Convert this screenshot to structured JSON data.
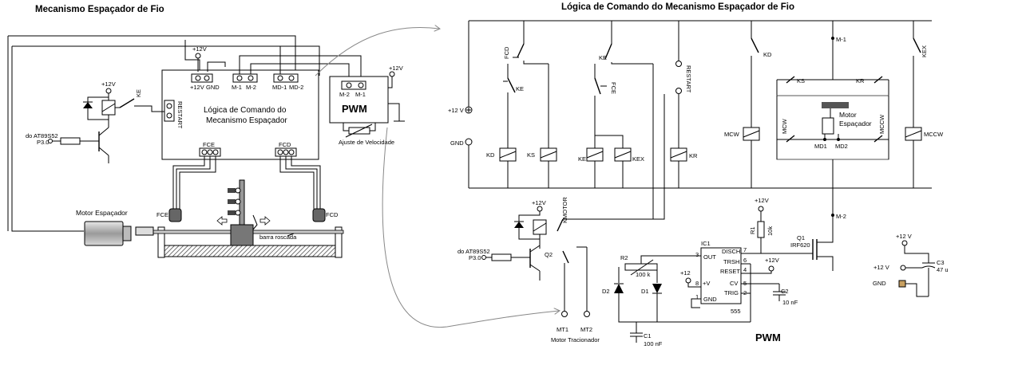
{
  "titles": {
    "left": "Mecanismo Espaçador de Fio",
    "right": "Lógica de Comando do Mecanismo Espaçador de Fio",
    "pwm_section": "PWM"
  },
  "left_diagram": {
    "logic_block": {
      "line1": "Lógica de Comando do",
      "line2": "Mecanismo Espaçador"
    },
    "pwm_block": {
      "label": "PWM",
      "adjust": "Ajuste de Velocidade"
    },
    "pins": {
      "p12v": "+12V",
      "gnd": "GND",
      "m1": "M-1",
      "m2": "M-2",
      "md1": "MD-1",
      "md2": "MD-2",
      "restart": "RESTART",
      "fce": "FCE",
      "fcd": "FCD"
    },
    "supply_top": "+12V",
    "supply_pwm": "+12V",
    "supply_relay": "+12V",
    "relay": "KE",
    "mcu": {
      "line1": "do AT89S52",
      "line2": "P3.0"
    },
    "motor": "Motor Espaçador",
    "sensor_left": "FCE",
    "sensor_right": "FCD",
    "screw": "barra roscada"
  },
  "right_diagram": {
    "supply_12v": "+12 V",
    "gnd": "GND",
    "switches": {
      "fcd": "FCD",
      "ke": "KE",
      "fce": "FCE",
      "kd": "KD",
      "ks": "KS",
      "kr": "KR",
      "kex": "KEX",
      "kmotor": "KMOTOR"
    },
    "coils": {
      "kd": "KD",
      "ks": "KS",
      "ke": "KE",
      "kex": "KEX",
      "kr": "KR",
      "mcw": "MCW",
      "mccw": "MCCW"
    },
    "restart": "RESTART",
    "m1": "M-1",
    "m2": "M-2",
    "motor": {
      "line1": "Motor",
      "line2": "Espaçador"
    },
    "md1": "MD1",
    "md2": "MD2",
    "mcw_sw": "MCW",
    "mccw_sw": "MCCW",
    "relay_supply": "+12V",
    "mcu": {
      "line1": "do AT89S52",
      "line2": "P3.0"
    },
    "q2": "Q2",
    "mt1": "MT1",
    "mt2": "MT2",
    "motor_trac": "Motor Tracionador",
    "r2": {
      "name": "R2",
      "value": "100 k"
    },
    "d1": "D1",
    "d2": "D2",
    "c1": {
      "name": "C1",
      "value": "100 nF"
    },
    "ic1": {
      "name": "IC1",
      "part": "555",
      "pins": {
        "out": "OUT",
        "disch": "DISCH",
        "trsh": "TRSH",
        "reset": "RESET",
        "v": "+V",
        "cv": "CV",
        "trig": "TRIG",
        "gnd": "GND"
      },
      "nums": {
        "out": "3",
        "disch": "7",
        "trsh": "6",
        "reset": "4",
        "v": "8",
        "cv": "5",
        "trig": "2",
        "gnd": "1"
      }
    },
    "c2": {
      "name": "C2",
      "value": "10 nF"
    },
    "r1": {
      "name": "R1",
      "value": "10k"
    },
    "q1": {
      "name": "Q1",
      "part": "IRF620"
    },
    "supply_r1": "+12V",
    "supply_ic": "+12",
    "supply_reset": "+12V",
    "supply_right": "+12 V",
    "c3_supply": "+12 V",
    "c3_gnd": "GND",
    "c3": {
      "name": "C3",
      "value": "47 u"
    }
  }
}
